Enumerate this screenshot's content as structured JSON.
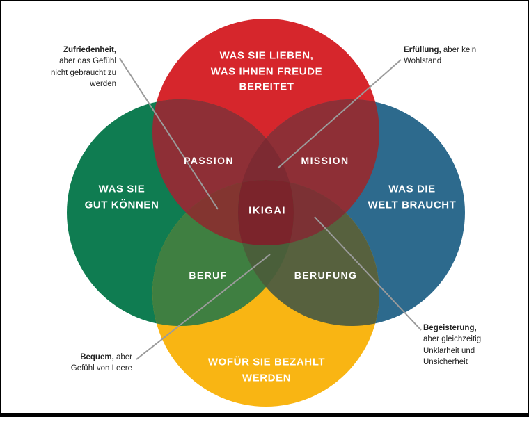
{
  "frame": {
    "background": "#ffffff",
    "border_color": "#000000"
  },
  "diagram": {
    "line_color": "#9b9b9b",
    "text_color": "#232323",
    "circles": {
      "love": {
        "label_lines": [
          "WAS SIE LIEBEN,",
          "WAS IHNEN FREUDE",
          "BEREITET"
        ],
        "color": "#d6262c"
      },
      "good": {
        "label_lines": [
          "WAS SIE",
          "GUT KÖNNEN"
        ],
        "color": "#0f7c51"
      },
      "need": {
        "label_lines": [
          "WAS DIE",
          "WELT BRAUCHT"
        ],
        "color": "#2d6a8d"
      },
      "paid": {
        "label_lines": [
          "WOFÜR SIE BEZAHLT",
          "WERDEN"
        ],
        "color": "#f9b513"
      }
    },
    "overlaps": {
      "passion": {
        "label": "PASSION",
        "color": "#8e2f36"
      },
      "mission": {
        "label": "MISSION",
        "color": "#8e2f36"
      },
      "beruf": {
        "label": "BERUF",
        "color": "#3f7f41"
      },
      "berufung": {
        "label": "BERUFUNG",
        "color": "#57613e"
      },
      "triple_top": {
        "color": "#7d2a32"
      },
      "triple_left": {
        "color": "#833530"
      },
      "triple_right": {
        "color": "#7c3134"
      },
      "triple_bottom": {
        "color": "#4a5f3a"
      },
      "ikigai": {
        "label": "IKIGAI",
        "color": "#7b242b"
      }
    },
    "annotations": {
      "satisfaction": {
        "bold": "Zufriedenheit,",
        "rest": " aber das Gefühl nicht gebraucht zu werden"
      },
      "fulfillment": {
        "bold": "Erfüllung,",
        "rest": " aber kein Wohlstand"
      },
      "comfort": {
        "bold": "Bequem,",
        "rest": " aber Gefühl von Leere"
      },
      "excitement": {
        "bold": "Begeisterung,",
        "rest": " aber gleichzeitig Unklarheit und Unsicherheit"
      }
    }
  }
}
